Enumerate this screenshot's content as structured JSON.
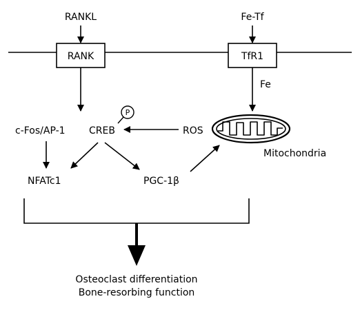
{
  "inputs": {
    "rankl": "RANKL",
    "fe_tf": "Fe-Tf"
  },
  "receptors": {
    "rank": "RANK",
    "tfr1": "TfR1"
  },
  "labels": {
    "fe": "Fe",
    "cfos_ap1": "c-Fos/AP-1",
    "creb": "CREB",
    "phospho": "P",
    "ros": "ROS",
    "mitochondria": "Mitochondria",
    "nfatc1": "NFATc1",
    "pgc1b": "PGC-1β"
  },
  "outcome": {
    "line1": "Osteoclast differentiation",
    "line2": "Bone-resorbing function"
  }
}
